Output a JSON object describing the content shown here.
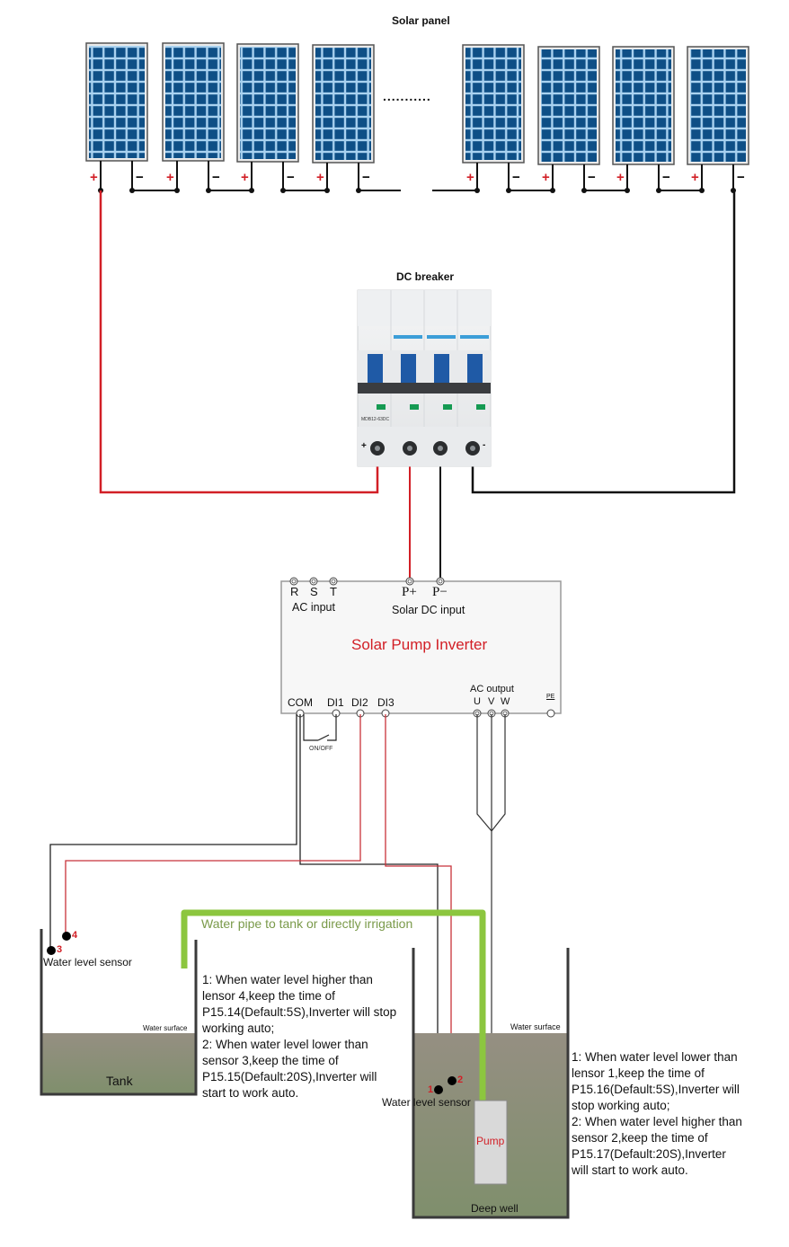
{
  "titles": {
    "solar_panel": "Solar panel",
    "dc_breaker": "DC breaker"
  },
  "panels": {
    "count_left": 4,
    "count_right": 4,
    "ellipsis": "...........",
    "plus": "+",
    "minus": "−"
  },
  "breaker": {
    "model": "MDB12-63DC",
    "plus": "+",
    "minus": "-"
  },
  "inverter": {
    "title": "Solar Pump Inverter",
    "ac_input": {
      "label": "AC input",
      "terminals": [
        "R",
        "S",
        "T"
      ]
    },
    "dc_input": {
      "label": "Solar DC input",
      "terminals": [
        "P+",
        "P−"
      ]
    },
    "control_terminals": [
      "COM",
      "DI1",
      "DI2",
      "DI3"
    ],
    "ac_output": {
      "label": "AC output",
      "terminals": [
        "U",
        "V",
        "W"
      ]
    },
    "pe": "PE",
    "switch_label": "ON/OFF"
  },
  "pipe": {
    "label": "Water pipe to tank or directly irrigation",
    "color": "#8cc63f"
  },
  "tank": {
    "label": "Tank",
    "water_surface": "Water surface",
    "sensor_label": "Water level sensor",
    "sensors": [
      "3",
      "4"
    ],
    "note": "1: When water level higher than\nlensor 4,keep the time of\nP15.14(Default:5S),Inverter will stop\nworking auto;\n2: When water level lower than\nsensor 3,keep the time of\nP15.15(Default:20S),Inverter will\nstart to work auto."
  },
  "well": {
    "label": "Deep well",
    "water_surface": "Water surface",
    "sensor_label": "Water level sensor",
    "sensors": [
      "1",
      "2"
    ],
    "pump_label": "Pump",
    "note": "1: When water level lower than\nlensor 1,keep the time of\nP15.16(Default:5S),Inverter will\nstop working auto;\n2: When water level higher than\nsensor 2,keep the time of\nP15.17(Default:20S),Inverter\nwill start to work auto."
  },
  "colors": {
    "positive_wire": "#d21f26",
    "negative_wire": "#111111",
    "panel_cell": "#0e4f86",
    "panel_grid": "#a9d2f0",
    "water": "#8f9479",
    "accent_red": "#d21f26"
  }
}
